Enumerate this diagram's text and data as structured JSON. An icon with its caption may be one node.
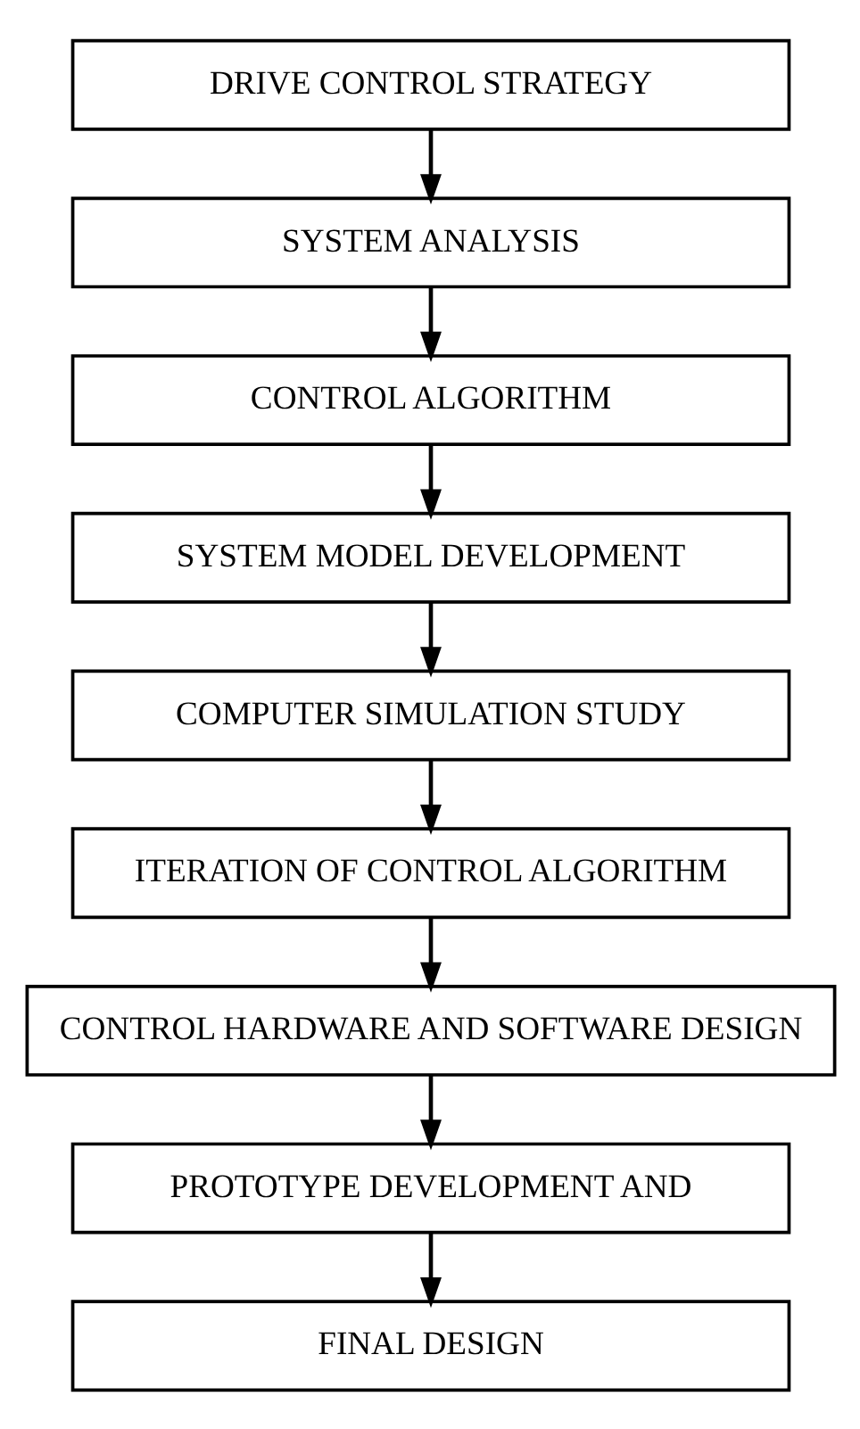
{
  "diagram": {
    "nodes": [
      {
        "text": [
          "DRIVE CONTROL STRATEGY"
        ]
      },
      {
        "text": [
          "SYSTEM ANALYSIS"
        ]
      },
      {
        "text": [
          "CONTROL ALGORITHM"
        ]
      },
      {
        "text": [
          "SYSTEM MODEL DEVELOPMENT"
        ]
      },
      {
        "text": [
          "COMPUTER SIMULATION STUDY"
        ]
      },
      {
        "text": [
          "ITERATION OF CONTROL ALGORITHM"
        ]
      },
      {
        "text": [
          "CONTROL HARDWARE AND SOFTWARE DESIGN"
        ]
      },
      {
        "text": [
          "PROTOTYPE DEVELOPMENT AND"
        ]
      },
      {
        "text": [
          "FINAL DESIGN"
        ]
      }
    ],
    "edges": [
      {
        "from": 0,
        "to": 1,
        "arrow": "to"
      },
      {
        "from": 1,
        "to": 2,
        "arrow": "to"
      },
      {
        "from": 2,
        "to": 3,
        "arrow": "to"
      },
      {
        "from": 3,
        "to": 4,
        "arrow": "to"
      },
      {
        "from": 4,
        "to": 5,
        "arrow": "to"
      },
      {
        "from": 5,
        "to": 6,
        "arrow": "to"
      },
      {
        "from": 6,
        "to": 7,
        "arrow": "to"
      },
      {
        "from": 7,
        "to": 8,
        "arrow": "to"
      }
    ]
  }
}
